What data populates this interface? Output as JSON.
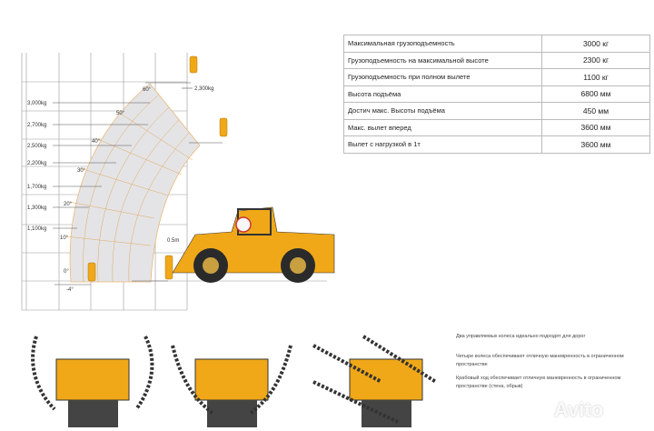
{
  "specs": [
    {
      "name": "Максимальная грузоподъемность",
      "value": "3000 кг"
    },
    {
      "name": "Грузоподъемность на максимальной высоте",
      "value": "2300 кг"
    },
    {
      "name": "Грузоподъемность при полном вылете",
      "value": "1100 кг"
    },
    {
      "name": "Высота подъёма",
      "value": "6800 мм"
    },
    {
      "name": "Достич макс. Высоты подъёма",
      "value": "450 мм"
    },
    {
      "name": "Макс. вылет вперед",
      "value": "3600 мм"
    },
    {
      "name": "Вылет с нагрузкой в 1т",
      "value": "3600 мм"
    }
  ],
  "diagram": {
    "loads": [
      "3,000kg",
      "2,700kg",
      "2,500kg",
      "2,200kg",
      "1,700kg",
      "1,300kg",
      "1,100kg"
    ],
    "angles": [
      "60°",
      "50°",
      "40°",
      "30°",
      "20°",
      "10°",
      "0°",
      "-4°"
    ],
    "top_load": "2,300kg",
    "offset": "0.5m",
    "accent": "#f0a818"
  },
  "captions": [
    "Два управляемых колеса идеально подходят для дорог",
    "Четыре колеса обеспечивают отличную маневренность в ограниченном пространстве",
    "Крабовый ход обеспечивает отличную маневренность в ограниченном пространстве (стена, обрыв)"
  ],
  "watermark": "Avito"
}
